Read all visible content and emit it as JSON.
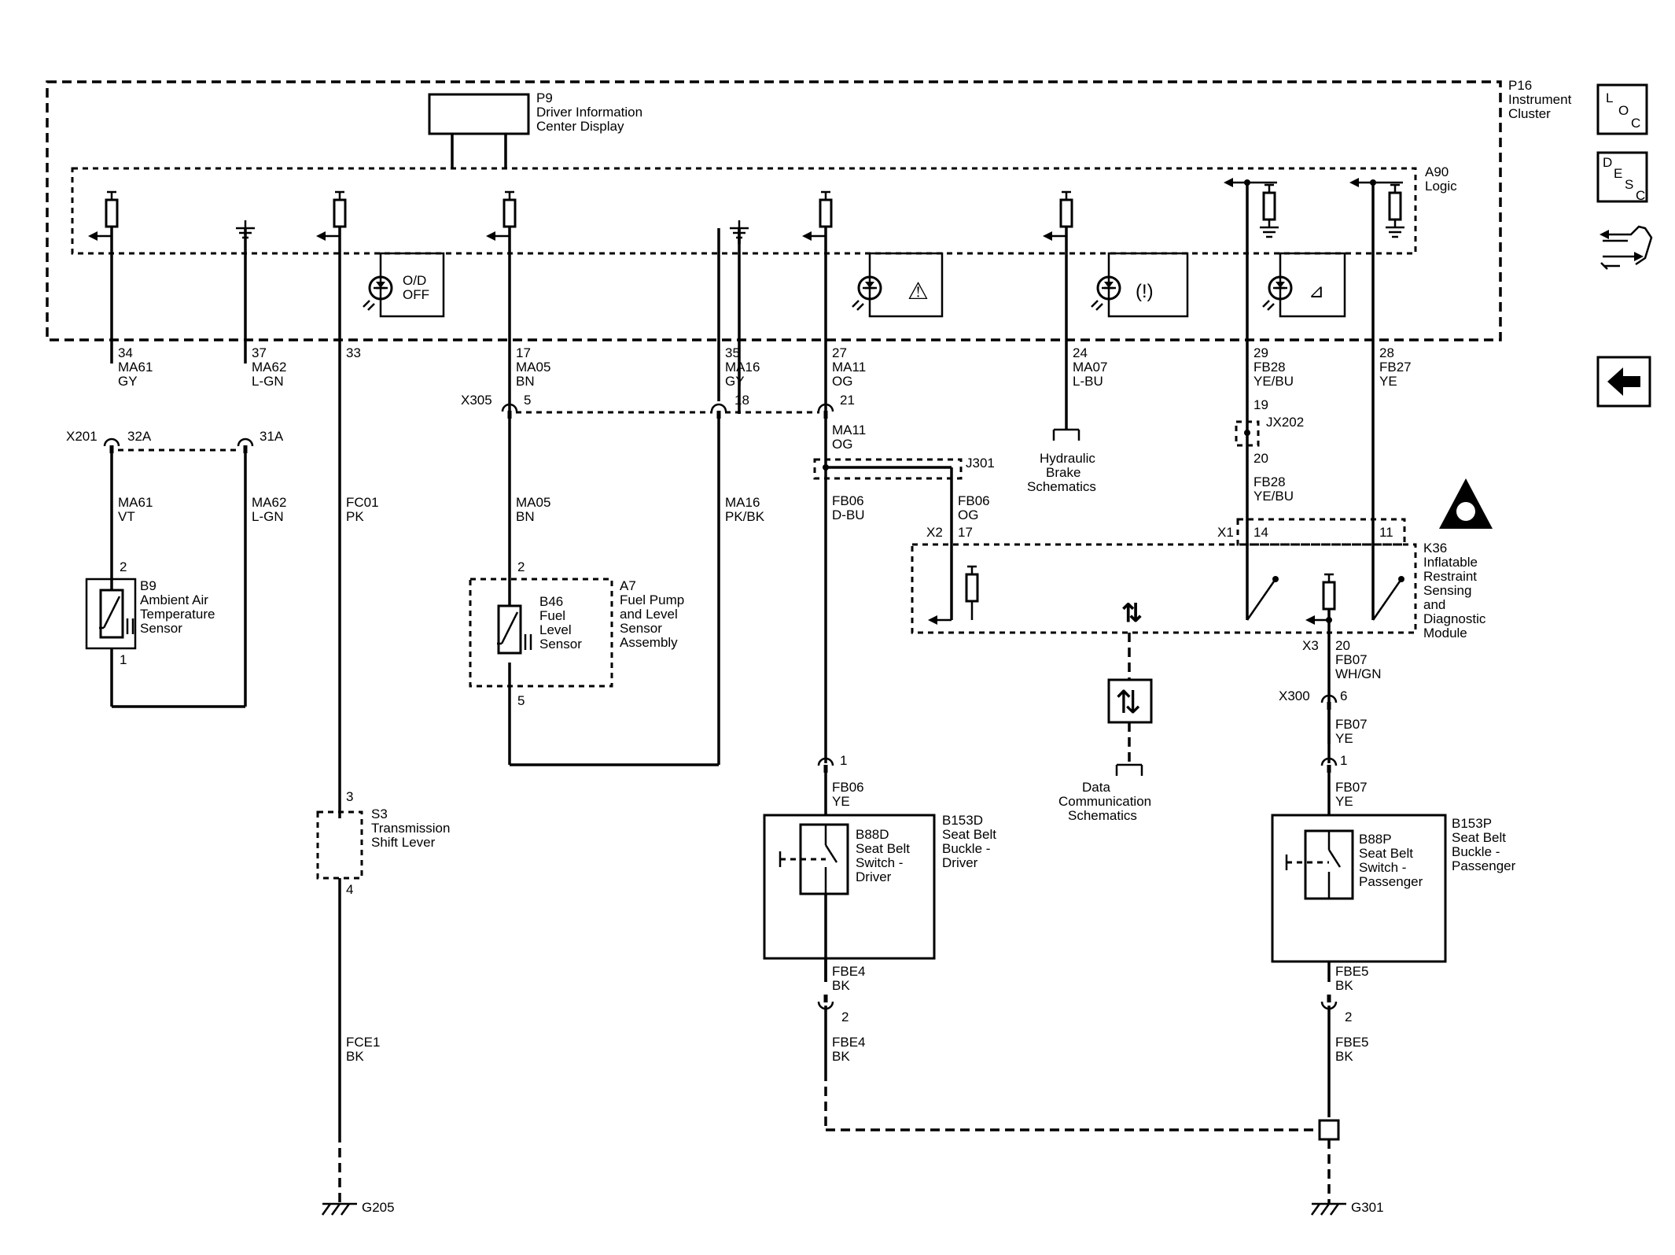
{
  "components": {
    "p16": {
      "ref": "P16",
      "name": [
        "Instrument",
        "Cluster"
      ]
    },
    "p9": {
      "ref": "P9",
      "name": [
        "Driver Information",
        "Center Display"
      ]
    },
    "a90": {
      "ref": "A90",
      "name": [
        "Logic"
      ]
    },
    "b9": {
      "ref": "B9",
      "name": [
        "Ambient Air",
        "Temperature",
        "Sensor"
      ]
    },
    "a7": {
      "ref": "A7",
      "name": [
        "Fuel Pump",
        "and Level",
        "Sensor",
        "Assembly"
      ]
    },
    "b46": {
      "ref": "B46",
      "name": [
        "Fuel",
        "Level",
        "Sensor"
      ]
    },
    "s3": {
      "ref": "S3",
      "name": [
        "Transmission",
        "Shift Lever"
      ]
    },
    "b153d": {
      "ref": "B153D",
      "name": [
        "Seat Belt",
        "Buckle -",
        "Driver"
      ]
    },
    "b88d": {
      "ref": "B88D",
      "name": [
        "Seat Belt",
        "Switch -",
        "Driver"
      ]
    },
    "b153p": {
      "ref": "B153P",
      "name": [
        "Seat Belt",
        "Buckle -",
        "Passenger"
      ]
    },
    "b88p": {
      "ref": "B88P",
      "name": [
        "Seat Belt",
        "Switch -",
        "Passenger"
      ]
    },
    "k36": {
      "ref": "K36",
      "name": [
        "Inflatable",
        "Restraint",
        "Sensing",
        "and",
        "Diagnostic",
        "Module"
      ]
    }
  },
  "indicators": {
    "od_off": [
      "O/D",
      "OFF"
    ]
  },
  "references": {
    "hydraulic": [
      "Hydraulic",
      "Brake",
      "Schematics"
    ],
    "data_comm": [
      "Data",
      "Communication",
      "Schematics"
    ]
  },
  "connectors": {
    "x201": "X201",
    "x305": "X305",
    "x300": "X300",
    "j301": "J301",
    "jx202": "JX202",
    "x1": "X1",
    "x2": "X2",
    "x3": "X3",
    "g205": "G205",
    "g301": "G301"
  },
  "wires": {
    "w34": [
      "34",
      "MA61",
      "GY"
    ],
    "w37": [
      "37",
      "MA62",
      "L-GN"
    ],
    "w33": [
      "33"
    ],
    "w17": [
      "17",
      "MA05",
      "BN"
    ],
    "w35": [
      "35",
      "MA16",
      "GY"
    ],
    "w27": [
      "27",
      "MA11",
      "OG"
    ],
    "w24": [
      "24",
      "MA07",
      "L-BU"
    ],
    "w29": [
      "29",
      "FB28",
      "YE/BU"
    ],
    "w28": [
      "28",
      "FB27",
      "YE"
    ],
    "ma61vt": [
      "MA61",
      "VT"
    ],
    "ma62lgn": [
      "MA62",
      "L-GN"
    ],
    "fc01": [
      "FC01",
      "PK"
    ],
    "ma05bn": [
      "MA05",
      "BN"
    ],
    "ma16pkbk": [
      "MA16",
      "PK/BK"
    ],
    "ma11og": [
      "MA11",
      "OG"
    ],
    "fb06dbu": [
      "FB06",
      "D-BU"
    ],
    "fb06og": [
      "FB06",
      "OG"
    ],
    "fb28yebu": [
      "FB28",
      "YE/BU"
    ],
    "fb07whgn": [
      "FB07",
      "WH/GN"
    ],
    "fb07ye_a": [
      "FB07",
      "YE"
    ],
    "fb07ye_b": [
      "FB07",
      "YE"
    ],
    "fb06ye": [
      "FB06",
      "YE"
    ],
    "fbe4_a": [
      "FBE4",
      "BK"
    ],
    "fbe4_b": [
      "FBE4",
      "BK"
    ],
    "fbe5_a": [
      "FBE5",
      "BK"
    ],
    "fbe5_b": [
      "FBE5",
      "BK"
    ],
    "fce1": [
      "FCE1",
      "BK"
    ]
  },
  "pins": {
    "x201_32a": "32A",
    "x201_31a": "31A",
    "b9_2": "2",
    "b9_1": "1",
    "x305_5": "5",
    "x305_18": "18",
    "x305_21": "21",
    "b46_2": "2",
    "b46_5": "5",
    "s3_3": "3",
    "s3_4": "4",
    "jx202_19": "19",
    "jx202_20": "20",
    "x2_17": "17",
    "x1_14": "14",
    "x1_11": "11",
    "x3_20": "20",
    "x300_6": "6",
    "b153p_1": "1",
    "b153p_2": "2",
    "b153d_1": "1",
    "b153d_2": "2"
  },
  "nav": {
    "loc": [
      "L",
      "O",
      "C"
    ],
    "desc": [
      "D",
      "E",
      "S",
      "C"
    ],
    "back_icon": "arrow-left-icon",
    "connector_icon": "connector-wrench-icon"
  }
}
